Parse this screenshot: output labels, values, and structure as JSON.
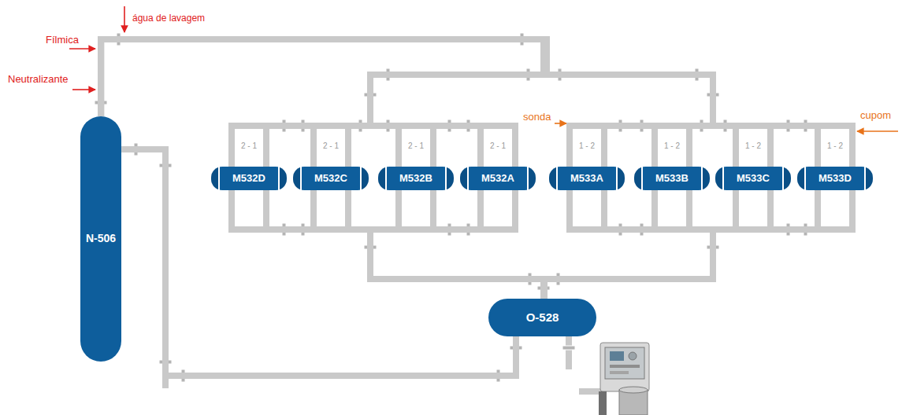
{
  "diagram": {
    "nodes": [
      {
        "text": [
          "N-506"
        ]
      },
      {
        "text": [
          "M532D"
        ]
      },
      {
        "text": [
          "M532C"
        ]
      },
      {
        "text": [
          "M532B"
        ]
      },
      {
        "text": [
          "M532A"
        ]
      },
      {
        "text": [
          "M533A"
        ]
      },
      {
        "text": [
          "M533B"
        ]
      },
      {
        "text": [
          "M533C"
        ]
      },
      {
        "text": [
          "M533D"
        ]
      },
      {
        "text": [
          "O-528"
        ]
      }
    ],
    "edges": [
      {
        "from": 0,
        "to": 1,
        "arrow": "none"
      },
      {
        "from": 0,
        "to": 2,
        "arrow": "none"
      },
      {
        "from": 0,
        "to": 3,
        "arrow": "none"
      },
      {
        "from": 0,
        "to": 4,
        "arrow": "none"
      },
      {
        "from": 0,
        "to": 5,
        "arrow": "none"
      },
      {
        "from": 0,
        "to": 6,
        "arrow": "none"
      },
      {
        "from": 0,
        "to": 7,
        "arrow": "none"
      },
      {
        "from": 0,
        "to": 8,
        "arrow": "none"
      },
      {
        "from": 1,
        "to": 9,
        "arrow": "none"
      },
      {
        "from": 2,
        "to": 9,
        "arrow": "none"
      },
      {
        "from": 3,
        "to": 9,
        "arrow": "none"
      },
      {
        "from": 4,
        "to": 9,
        "arrow": "none"
      },
      {
        "from": 5,
        "to": 9,
        "arrow": "none"
      },
      {
        "from": 6,
        "to": 9,
        "arrow": "none"
      },
      {
        "from": 7,
        "to": 9,
        "arrow": "none"
      },
      {
        "from": 8,
        "to": 9,
        "arrow": "none"
      },
      {
        "from": 9,
        "to": 0,
        "arrow": "none"
      }
    ],
    "labels": [
      "água de lavagem",
      "Fílmica",
      "Neutralizante",
      "sonda",
      "cupom",
      "2 - 1",
      "2 - 1",
      "2 - 1",
      "2 - 1",
      "1 - 2",
      "1 - 2",
      "1 - 2",
      "1 - 2"
    ]
  }
}
